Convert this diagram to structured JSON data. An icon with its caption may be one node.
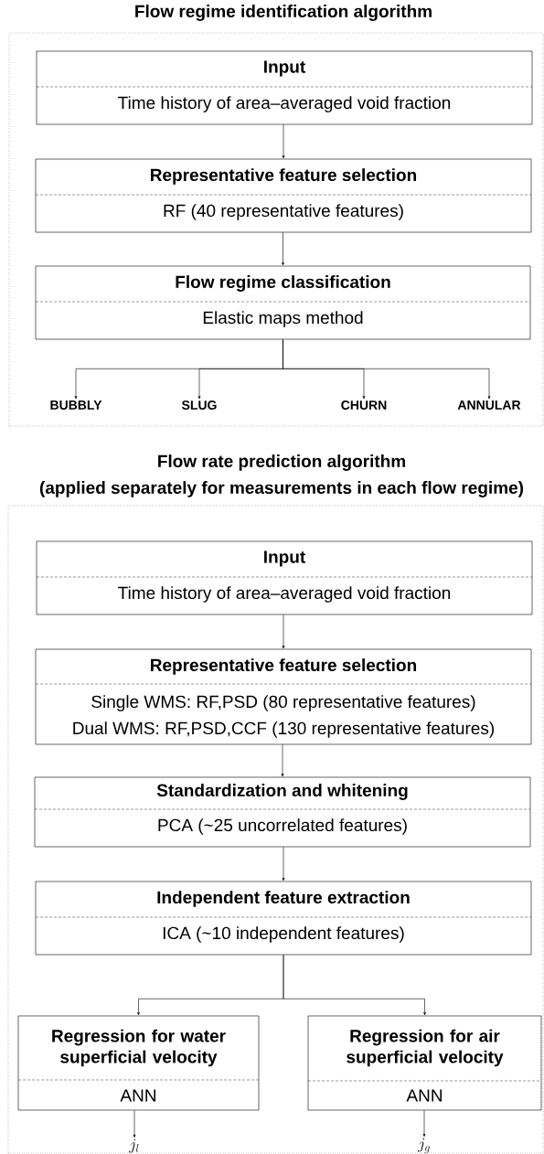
{
  "diagram": {
    "nodes": [
      {
        "text": [
          "Flow regime identification algorithm"
        ]
      },
      {
        "text": [
          "Input",
          "Time history of area–averaged void fraction"
        ],
        "in": 0
      },
      {
        "text": [
          "Representative feature selection",
          "RF (40 representative features)"
        ],
        "in": 0
      },
      {
        "text": [
          "Flow regime classification",
          "Elastic maps method"
        ],
        "in": 0
      },
      {
        "text": [
          "BUBBLY"
        ],
        "in": 0
      },
      {
        "text": [
          "SLUG"
        ],
        "in": 0
      },
      {
        "text": [
          "CHURN"
        ],
        "in": 0
      },
      {
        "text": [
          "ANNULAR"
        ],
        "in": 0
      },
      {
        "text": [
          "Flow rate prediction algorithm",
          "(applied separately for measurements in each flow regime)"
        ]
      },
      {
        "text": [
          "Input",
          "Time history of area–averaged void fraction"
        ],
        "in": 8
      },
      {
        "text": [
          "Representative feature selection",
          "Single WMS: RF,PSD (80 representative features)",
          "Dual WMS: RF,PSD,CCF (130 representative features)"
        ],
        "in": 8
      },
      {
        "text": [
          "Standardization and whitening",
          "PCA (~25 uncorrelated features)"
        ],
        "in": 8
      },
      {
        "text": [
          "Independent feature extraction",
          "ICA (~10 independent features)"
        ],
        "in": 8
      },
      {
        "text": [
          "Regression for water superficial velocity",
          "ANN"
        ],
        "in": 8
      },
      {
        "text": [
          "Regression for air superficial velocity",
          "ANN"
        ],
        "in": 8
      },
      {
        "text": [
          "j_l"
        ],
        "in": 8
      },
      {
        "text": [
          "j_g"
        ],
        "in": 8
      }
    ],
    "edges": [
      {
        "from": 1,
        "to": 2,
        "arrow": "to"
      },
      {
        "from": 2,
        "to": 3,
        "arrow": "to"
      },
      {
        "from": 3,
        "to": 4,
        "arrow": "to"
      },
      {
        "from": 3,
        "to": 5,
        "arrow": "to"
      },
      {
        "from": 3,
        "to": 6,
        "arrow": "to"
      },
      {
        "from": 3,
        "to": 7,
        "arrow": "to"
      },
      {
        "from": 9,
        "to": 10,
        "arrow": "to"
      },
      {
        "from": 10,
        "to": 11,
        "arrow": "to"
      },
      {
        "from": 11,
        "to": 12,
        "arrow": "to"
      },
      {
        "from": 12,
        "to": 13,
        "arrow": "to"
      },
      {
        "from": 12,
        "to": 14,
        "arrow": "to"
      },
      {
        "from": 13,
        "to": 15,
        "arrow": "to"
      },
      {
        "from": 14,
        "to": 16,
        "arrow": "to"
      }
    ]
  }
}
